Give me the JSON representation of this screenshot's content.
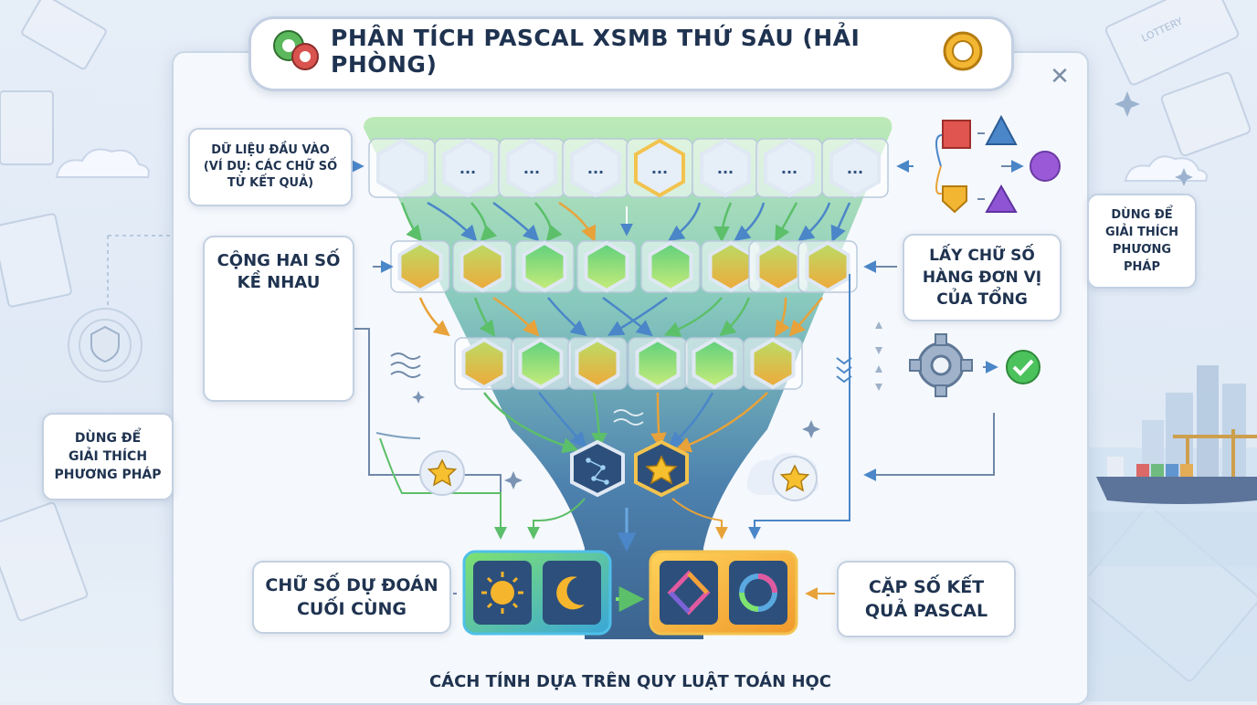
{
  "title": "PHÂN TÍCH PASCAL XSMB THỨ SÁU (HẢI PHÒNG)",
  "footer": "CÁCH TÍNH DỰA TRÊN QUY LUẬT TOÁN HỌC",
  "callouts": {
    "input_data": "DỮ LIỆU ĐẦU VÀO\n(VÍ DỤ: CÁC CHỮ SỐ\nTỪ KẾT QUẢ)",
    "add_adjacent": "CỘNG HAI SỐ\nKỀ NHAU",
    "unit_digit": "LẤY CHỮ SỐ\nHÀNG ĐƠN VỊ\nCỦA TỔNG",
    "explain_left": "DÙNG ĐỂ\nGIẢI THÍCH\nPHƯƠNG PHÁP",
    "explain_right": "DÙNG ĐỂ\nGIẢI THÍCH\nPHƯƠNG\nPHÁP",
    "final_digit": "CHỮ SỐ DỰ ĐOÁN\nCUỐI CÙNG",
    "pascal_pair": "CẶP SỐ KẾT\nQUẢ PASCAL"
  },
  "input_row": [
    "",
    "...",
    "...",
    "...",
    "...",
    "...",
    "...",
    "..."
  ],
  "decor": {
    "lottery_ticket": "LOTTERY"
  },
  "icons": {
    "magnifier": "magnifier-plus-icon",
    "gear": "gear-icon",
    "check": "check-circle-icon",
    "star": "star-icon",
    "sun": "sun-icon",
    "moon": "moon-icon"
  },
  "colors": {
    "navy": "#1f3350",
    "green": "#6cd86a",
    "amber": "#f1b23e",
    "blue": "#3b7fd1",
    "funnel_top": "#a7e3a8",
    "funnel_bottom": "#2e5e8f"
  }
}
